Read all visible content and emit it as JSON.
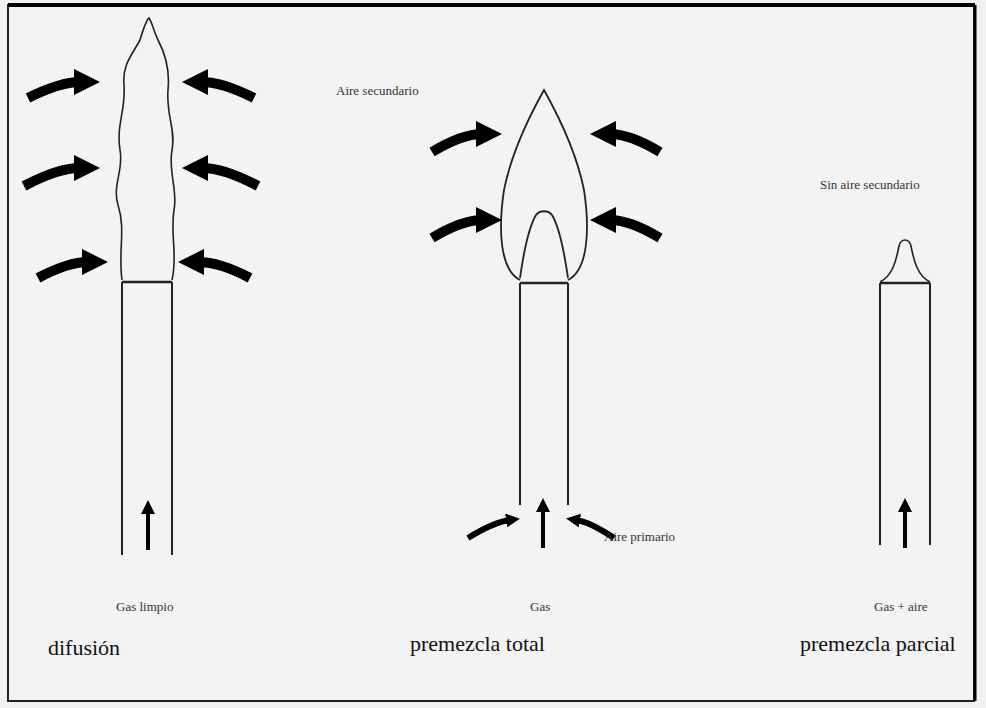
{
  "diagram": {
    "labels": [
      "Aire secundario",
      "Sin aire secundario",
      "Aire primario",
      "Gas limpio",
      "Gas",
      "Gas + aire",
      "difusión",
      "premezcla total",
      "premezcla parcial"
    ]
  }
}
